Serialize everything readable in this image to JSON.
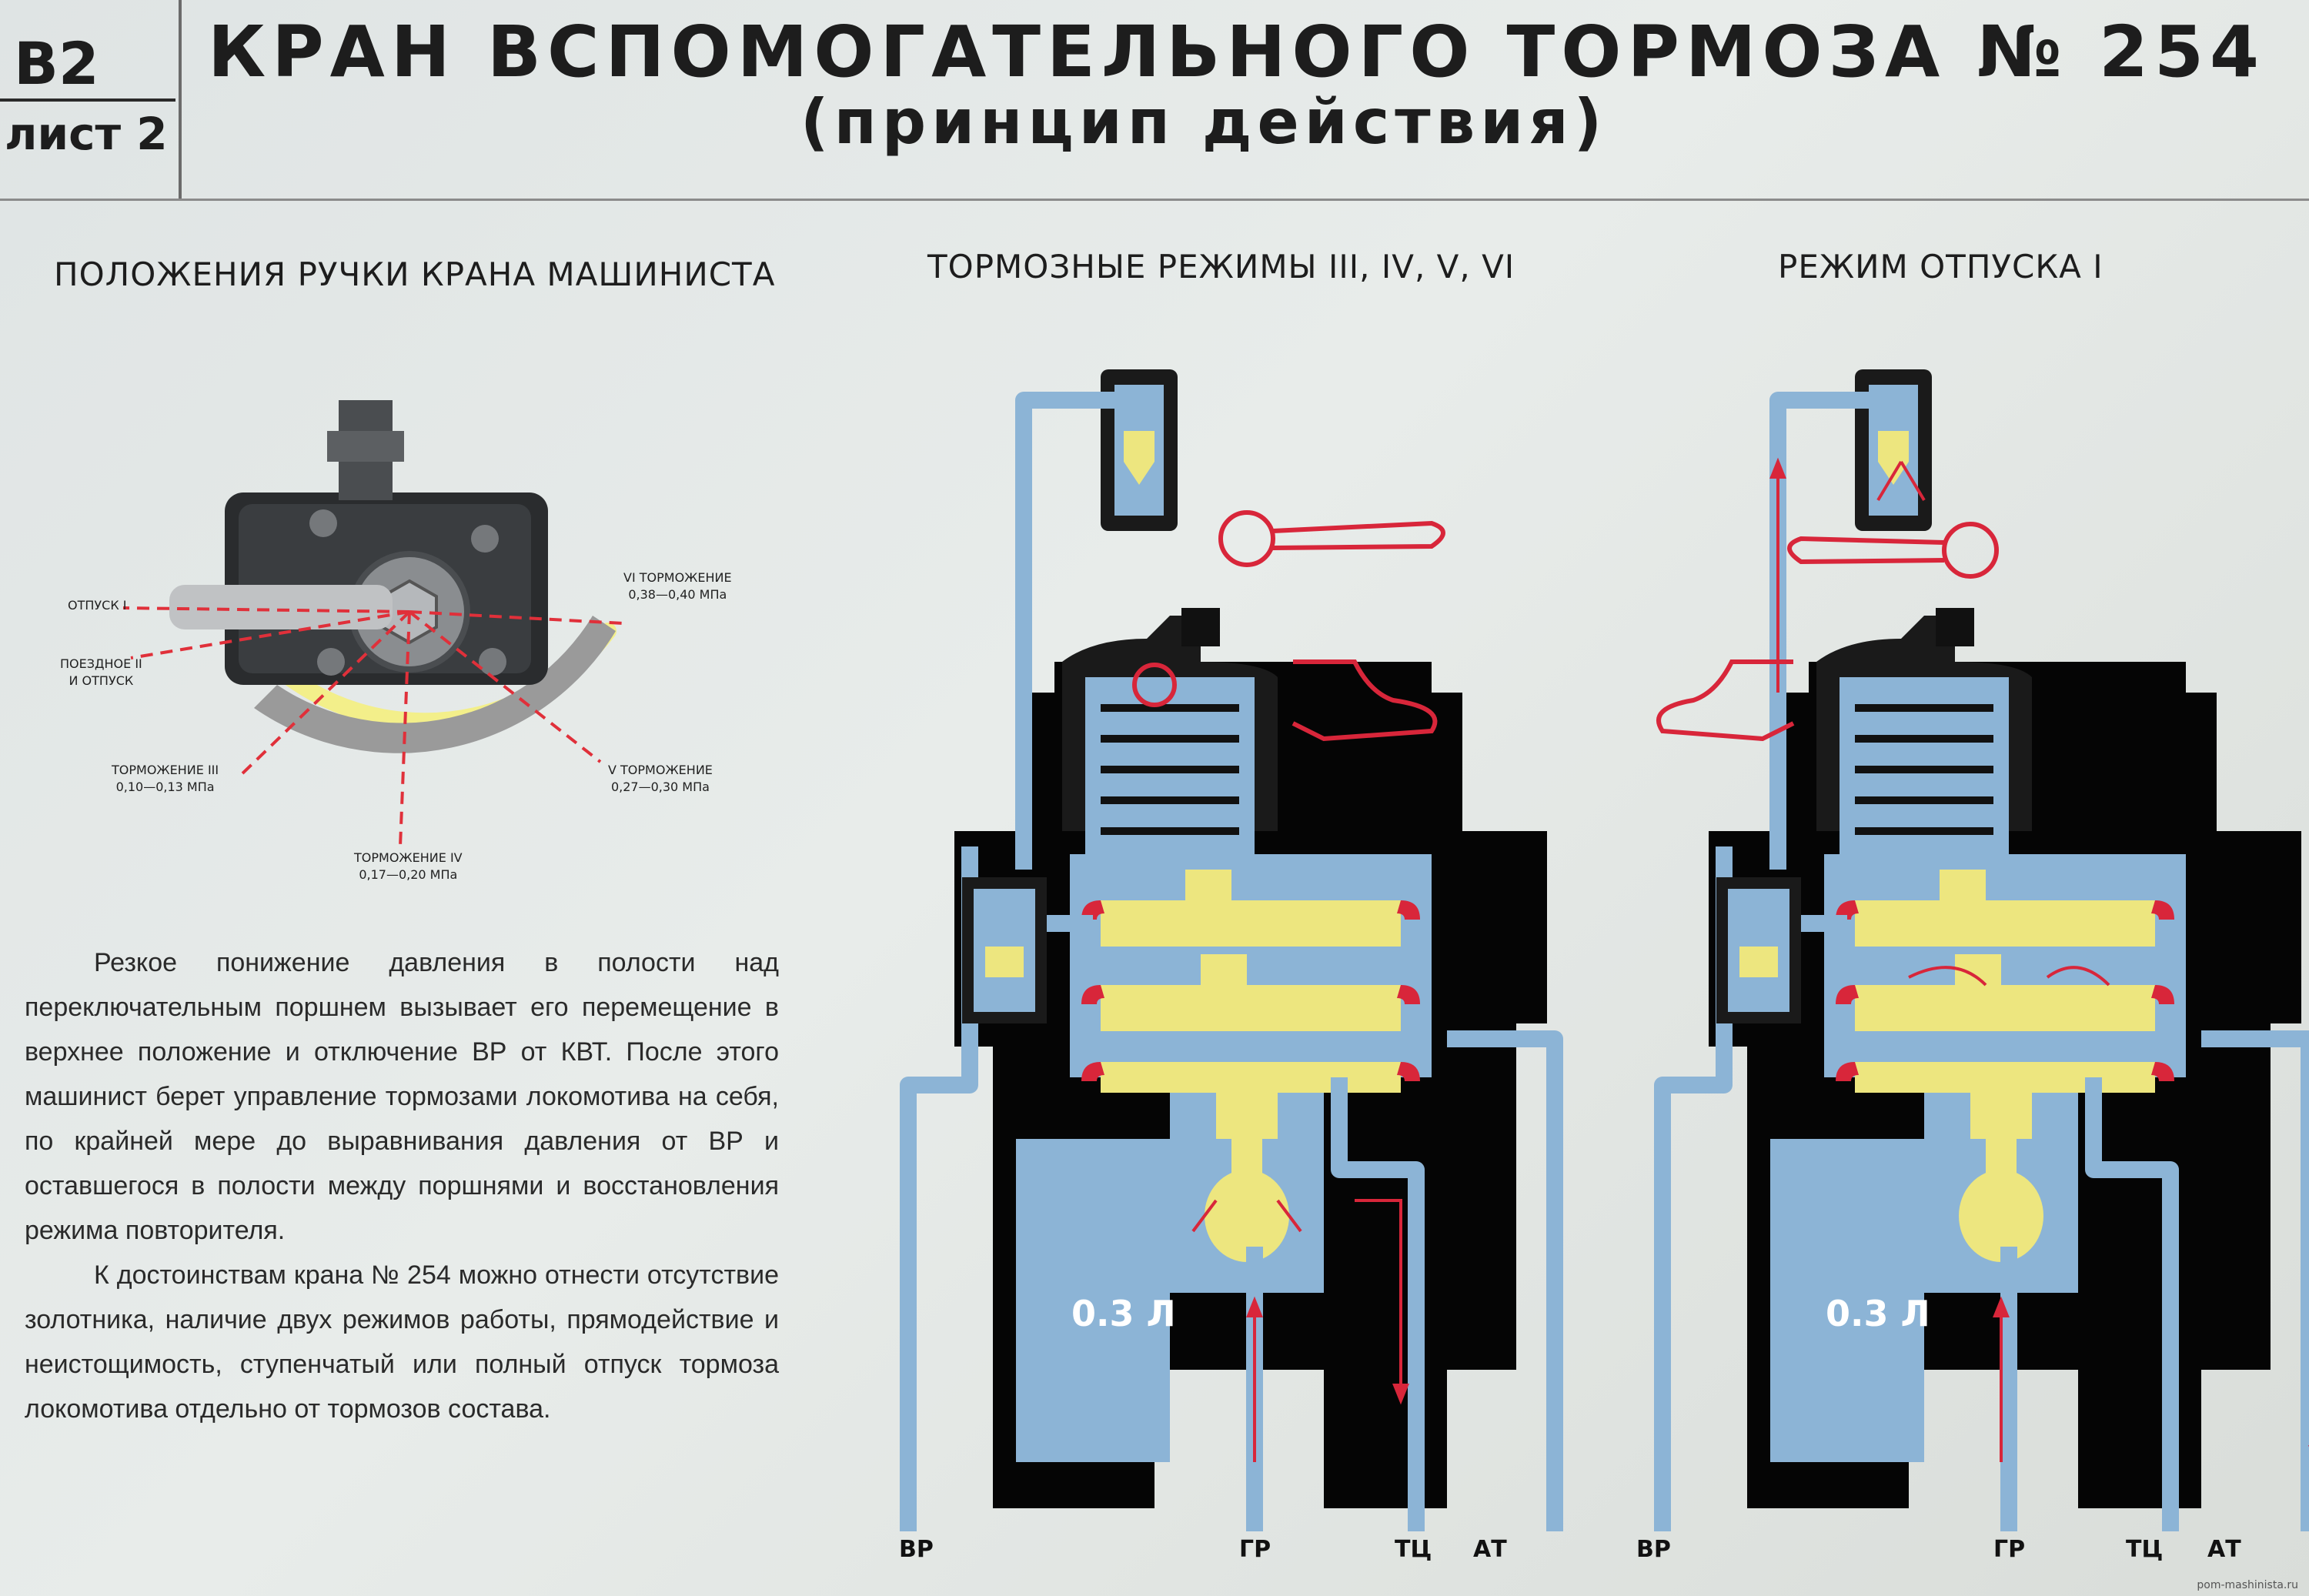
{
  "header": {
    "sheet_code": "В2",
    "sheet_number": "лист 2",
    "title": "КРАН ВСПОМОГАТЕЛЬНОГО ТОРМОЗА № 254",
    "subtitle": "(принцип действия)"
  },
  "sections": {
    "handle_positions": "ПОЛОЖЕНИЯ РУЧКИ КРАНА МАШИНИСТА",
    "braking_modes": "ТОРМОЗНЫЕ РЕЖИМЫ III, IV, V, VI",
    "release_mode": "РЕЖИМ ОТПУСКА I"
  },
  "handle_positions": {
    "release_1": "ОТПУСК I",
    "train_2_line1": "ПОЕЗДНОЕ II",
    "train_2_line2": "И ОТПУСК",
    "brake_3_label": "ТОРМОЖЕНИЕ III",
    "brake_3_value": "0,10—0,13 МПа",
    "brake_4_label": "ТОРМОЖЕНИЕ IV",
    "brake_4_value": "0,17—0,20 МПа",
    "brake_5_label": "V ТОРМОЖЕНИЕ",
    "brake_5_value": "0,27—0,30 МПа",
    "brake_6_label": "VI ТОРМОЖЕНИЕ",
    "brake_6_value": "0,38—0,40 МПа"
  },
  "body": {
    "paragraph1": "Резкое понижение давления в полости над переключательным поршнем вызывает его перемещение в верхнее положение и отключение ВР от КВТ. После этого машинист берет управление тормозами локомотива на себя, по крайней мере до выравнивания давления от ВР и оставшегося в полости между поршнями и восстановления режима повторителя.",
    "paragraph2": "К достоинствам крана № 254 можно отнести отсутствие золотника, наличие двух режимов работы, прямодействие и неистощимость, ступенчатый или полный отпуск тормоза локомотива отдельно от тормозов состава."
  },
  "diagrams": [
    {
      "reservoir": "0.3 Л",
      "ports": [
        "ВР",
        "ГР",
        "ТЦ",
        "АТ"
      ]
    },
    {
      "reservoir": "0.3 Л",
      "ports": [
        "ВР",
        "ГР",
        "ТЦ",
        "АТ"
      ]
    }
  ],
  "watermark": "pom-mashinista.ru",
  "colors": {
    "body": "#000000",
    "air": "#8cb4d6",
    "piston": "#ede67f",
    "arrow": "#d8263a",
    "handle_arc": "#f3ef8a"
  }
}
